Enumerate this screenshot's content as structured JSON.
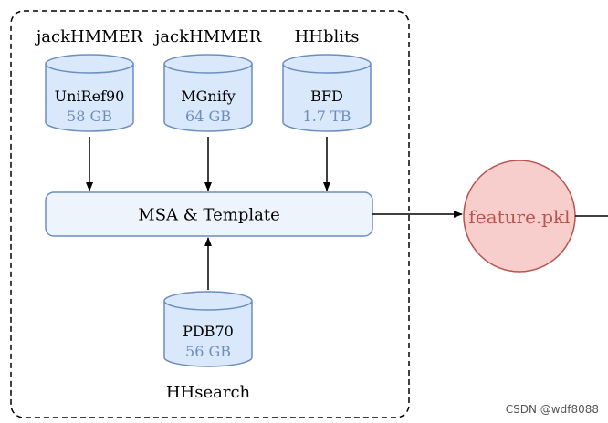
{
  "tools": {
    "uniref": "jackHMMER",
    "mgnify": "jackHMMER",
    "bfd": "HHblits",
    "pdb": "HHsearch"
  },
  "databases": {
    "uniref90": {
      "name": "UniRef90",
      "size": "58 GB"
    },
    "mgnify": {
      "name": "MGnify",
      "size": "64 GB"
    },
    "bfd": {
      "name": "BFD",
      "size": "1.7 TB"
    },
    "pdb70": {
      "name": "PDB70",
      "size": "56 GB"
    }
  },
  "msa_box": {
    "label": "MSA & Template"
  },
  "output": {
    "label": "feature.pkl"
  },
  "watermark": "CSDN @wdf8088",
  "colors": {
    "db_fill": "#dae8fc",
    "db_stroke": "#6c8ebf",
    "box_fill": "#eef4fc",
    "box_stroke": "#6c8ebf",
    "circle_fill": "#f8cecc",
    "circle_stroke": "#b85450",
    "size_text": "#6c8ebf",
    "output_text": "#b85450"
  }
}
